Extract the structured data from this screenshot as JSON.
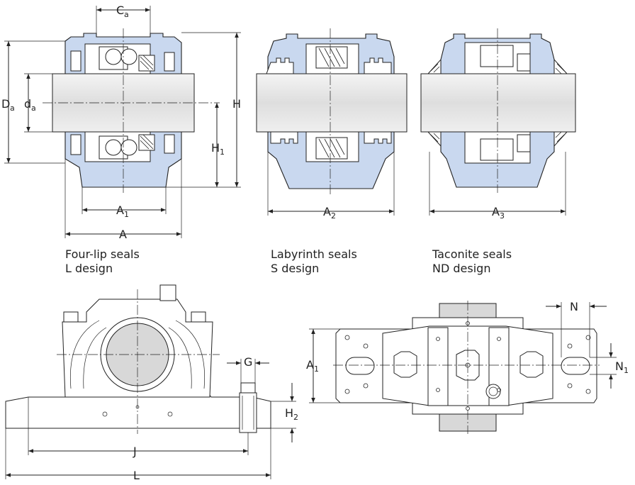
{
  "dimensions": {
    "Ca": {
      "main": "C",
      "sub": "a"
    },
    "Da": {
      "main": "D",
      "sub": "a"
    },
    "da": {
      "main": "d",
      "sub": "a"
    },
    "H": {
      "main": "H",
      "sub": ""
    },
    "H1": {
      "main": "H",
      "sub": "1"
    },
    "A1": {
      "main": "A",
      "sub": "1"
    },
    "A": {
      "main": "A",
      "sub": ""
    },
    "A2": {
      "main": "A",
      "sub": "2"
    },
    "A3": {
      "main": "A",
      "sub": "3"
    },
    "G": {
      "main": "G",
      "sub": ""
    },
    "H2": {
      "main": "H",
      "sub": "2"
    },
    "J": {
      "main": "J",
      "sub": ""
    },
    "L": {
      "main": "L",
      "sub": ""
    },
    "N": {
      "main": "N",
      "sub": ""
    },
    "N1": {
      "main": "N",
      "sub": "1"
    },
    "A1_plan": {
      "main": "A",
      "sub": "1"
    }
  },
  "captions": {
    "four_lip": {
      "line1": "Four-lip seals",
      "line2": "L design"
    },
    "labyrinth": {
      "line1": "Labyrinth seals",
      "line2": "S design"
    },
    "taconite": {
      "line1": "Taconite seals",
      "line2": "ND design"
    }
  },
  "colors": {
    "housing": "#c9d8ef",
    "shaft": "#e6e6e6",
    "bore": "#d8d8d8",
    "line": "#222222"
  }
}
